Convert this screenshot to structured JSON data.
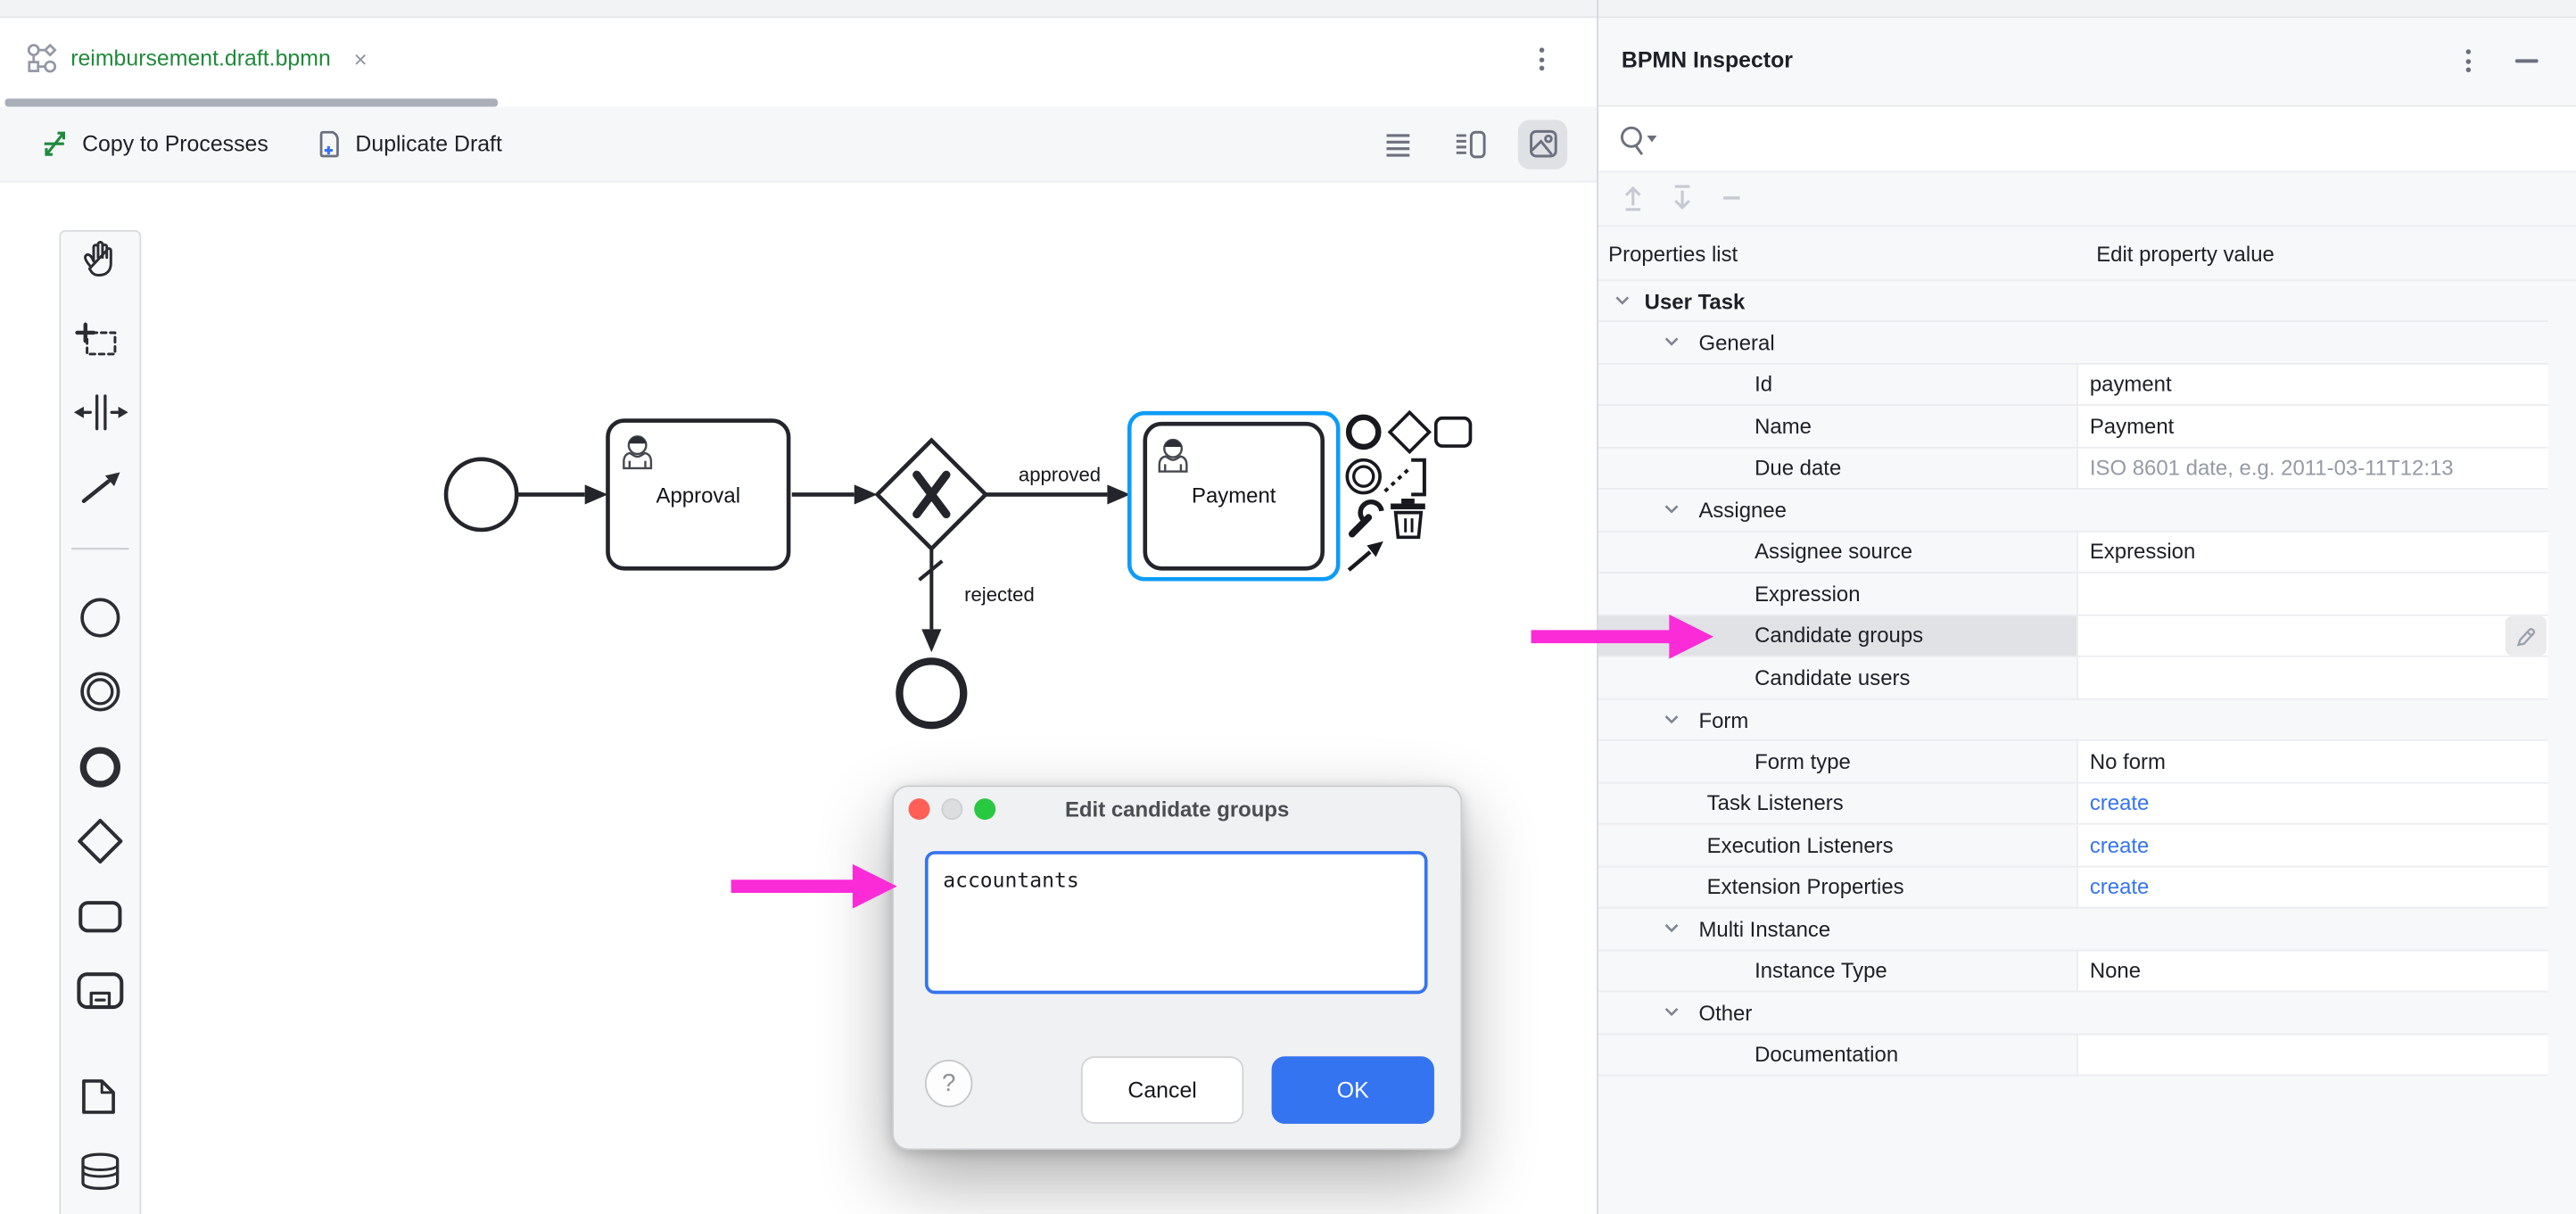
{
  "colors": {
    "accent_blue": "#3574F0",
    "selection_blue": "#0D9CF9",
    "magenta": "#FB2BD7",
    "tab_green": "#208A3C",
    "row_highlight": "#E1E2E6"
  },
  "editor": {
    "tab": {
      "title": "reimbursement.draft.bpmn",
      "close": "×"
    },
    "toolbar": {
      "copy_to_processes": "Copy to Processes",
      "duplicate_draft": "Duplicate Draft"
    }
  },
  "diagram": {
    "task_approval": "Approval",
    "task_payment": "Payment",
    "flow_approved": "approved",
    "flow_rejected": "rejected"
  },
  "dialog": {
    "title": "Edit candidate groups",
    "textarea_value": "accountants",
    "help": "?",
    "cancel": "Cancel",
    "ok": "OK"
  },
  "inspector": {
    "title": "BPMN Inspector",
    "columns": {
      "left": "Properties list",
      "right": "Edit property value"
    },
    "rows": [
      {
        "kind": "section",
        "level": "root",
        "label": "User Task"
      },
      {
        "kind": "section",
        "level": "group",
        "label": "General"
      },
      {
        "kind": "prop",
        "indent": "deep",
        "label": "Id",
        "value": "payment",
        "value_kind": "text"
      },
      {
        "kind": "prop",
        "indent": "deep",
        "label": "Name",
        "value": "Payment",
        "value_kind": "text"
      },
      {
        "kind": "prop",
        "indent": "deep",
        "label": "Due date",
        "value": "ISO 8601 date, e.g. 2011-03-11T12:13",
        "value_kind": "placeholder"
      },
      {
        "kind": "section",
        "level": "group",
        "label": "Assignee"
      },
      {
        "kind": "prop",
        "indent": "deep",
        "label": "Assignee source",
        "value": "Expression",
        "value_kind": "text"
      },
      {
        "kind": "prop",
        "indent": "deep",
        "label": "Expression",
        "value": "",
        "value_kind": "empty"
      },
      {
        "kind": "prop",
        "indent": "deep",
        "label": "Candidate groups",
        "value": "",
        "value_kind": "empty",
        "highlighted": true,
        "pencil": true
      },
      {
        "kind": "prop",
        "indent": "deep",
        "label": "Candidate users",
        "value": "",
        "value_kind": "empty"
      },
      {
        "kind": "section",
        "level": "group",
        "label": "Form"
      },
      {
        "kind": "prop",
        "indent": "deep",
        "label": "Form type",
        "value": "No form",
        "value_kind": "text"
      },
      {
        "kind": "prop",
        "indent": "mid",
        "label": "Task Listeners",
        "value": "create",
        "value_kind": "link"
      },
      {
        "kind": "prop",
        "indent": "mid",
        "label": "Execution Listeners",
        "value": "create",
        "value_kind": "link"
      },
      {
        "kind": "prop",
        "indent": "mid",
        "label": "Extension Properties",
        "value": "create",
        "value_kind": "link"
      },
      {
        "kind": "section",
        "level": "group",
        "label": "Multi Instance"
      },
      {
        "kind": "prop",
        "indent": "deep",
        "label": "Instance Type",
        "value": "None",
        "value_kind": "text"
      },
      {
        "kind": "section",
        "level": "group",
        "label": "Other"
      },
      {
        "kind": "prop",
        "indent": "deep",
        "label": "Documentation",
        "value": "",
        "value_kind": "empty"
      }
    ]
  }
}
